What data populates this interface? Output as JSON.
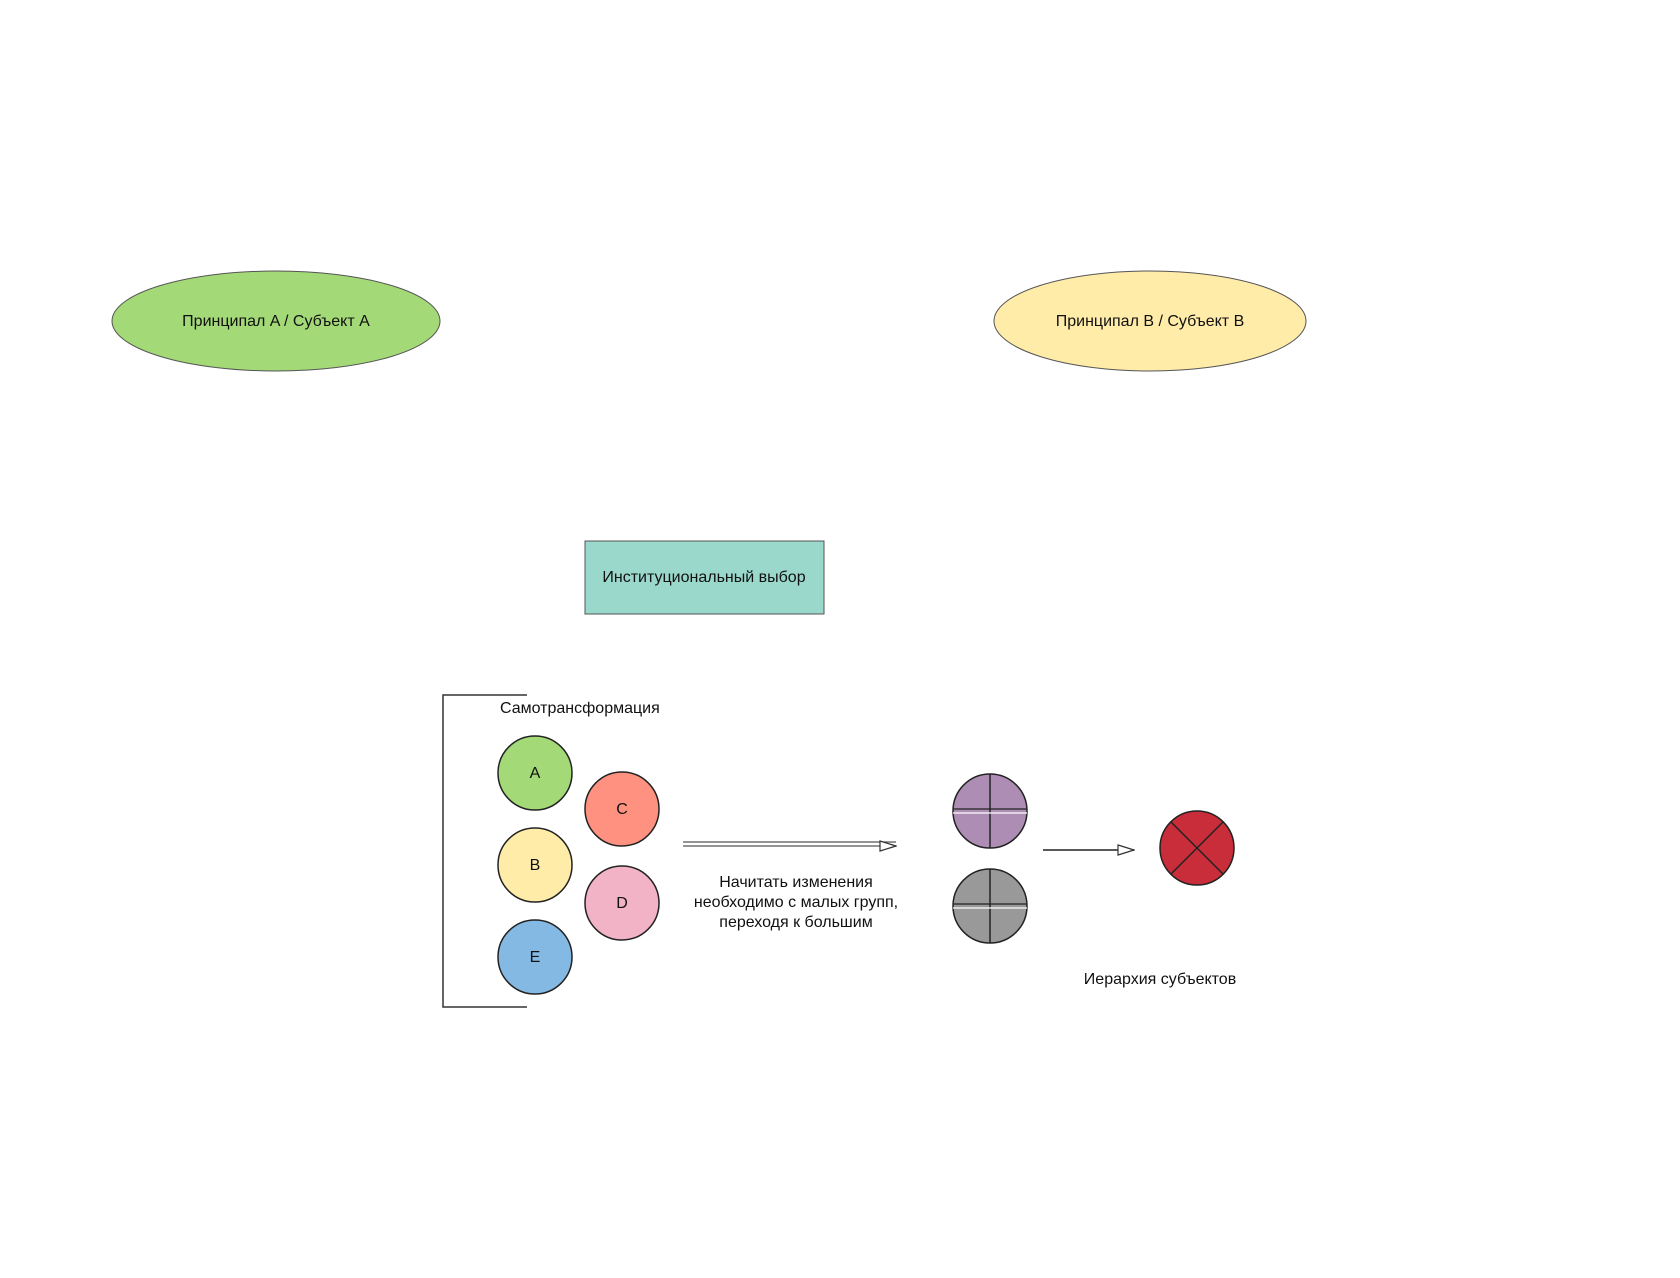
{
  "nodes": {
    "principal_a": {
      "label": "Принципал A / Субъект A",
      "color": "#a3d977"
    },
    "principal_b": {
      "label": "Принципал B  / Субъект B",
      "color": "#ffeca9"
    },
    "institutional_choice": {
      "label": "Институциональный выбор",
      "color": "#9ad8cb"
    }
  },
  "group": {
    "title": "Самотрансформация",
    "circles": [
      {
        "label": "A",
        "color": "#a3d977"
      },
      {
        "label": "B",
        "color": "#ffeca9"
      },
      {
        "label": "C",
        "color": "#fe9180"
      },
      {
        "label": "D",
        "color": "#f2b3c6"
      },
      {
        "label": "E",
        "color": "#84b9e3"
      }
    ]
  },
  "transition": {
    "lines": [
      "Начитать изменения",
      "необходимо с малых групп,",
      "переходя к большим"
    ]
  },
  "merged": {
    "top_color": "#ae8db5",
    "bottom_color": "#999999"
  },
  "result": {
    "color": "#c92d39",
    "caption": "Иерархия субъектов"
  }
}
